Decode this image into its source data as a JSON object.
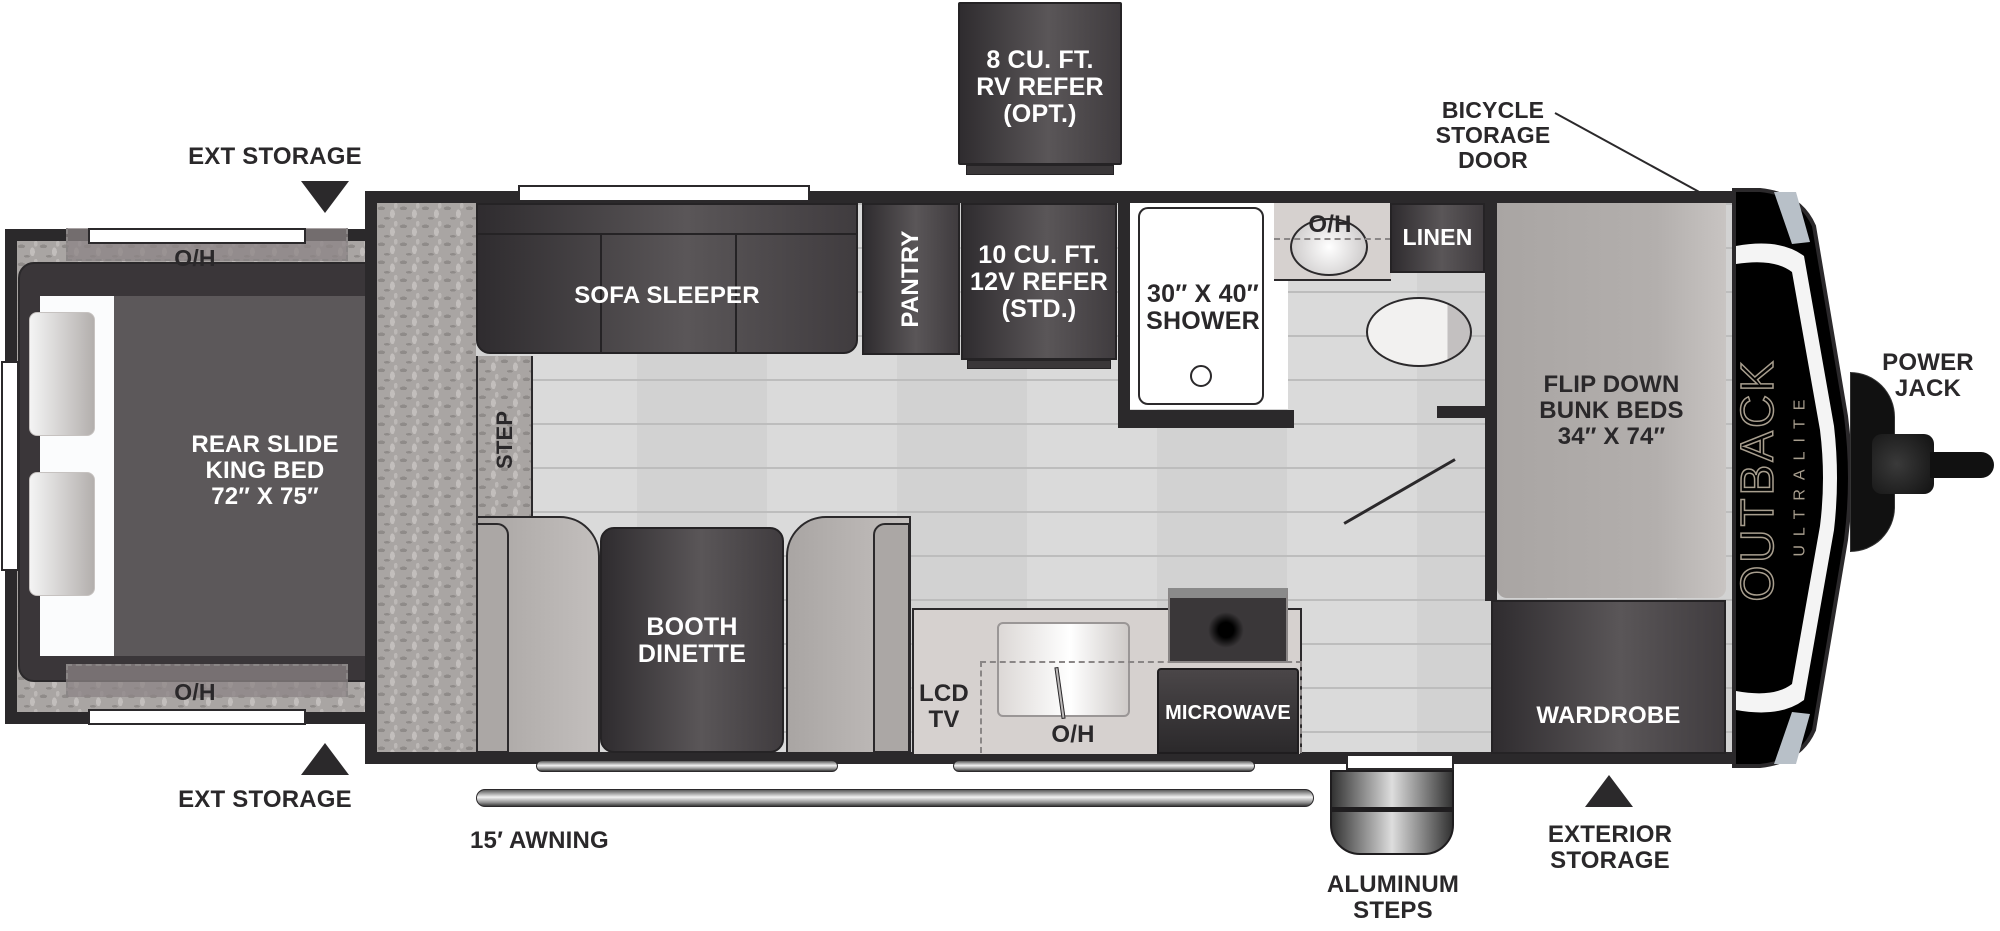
{
  "floorplan": {
    "brand": {
      "name": "OUTBACK",
      "sub": "ULTRALITE"
    },
    "colors": {
      "wall": "#2b292b",
      "floor": "#dadada",
      "dark_furniture": "#4a4648",
      "light_furniture": "#b3afad",
      "front_cap": "#000000",
      "label_dark": "#2a282a",
      "label_light": "#ffffff"
    },
    "labels": {
      "ext_storage_top": "EXT STORAGE",
      "ext_storage_bottom": "EXT STORAGE",
      "rear_oh_top": "O/H",
      "rear_oh_bottom": "O/H",
      "rear_bed": "REAR SLIDE\nKING BED\n72″ X 75″",
      "opt_refer": "8 CU. FT.\nRV REFER\n(OPT.)",
      "sofa": "SOFA SLEEPER",
      "step": "STEP",
      "pantry": "PANTRY",
      "std_refer": "10 CU. FT.\n12V REFER\n(STD.)",
      "shower": "30″ X 40″\nSHOWER",
      "bath_oh": "O/H",
      "linen": "LINEN",
      "bunk": "FLIP DOWN\nBUNK BEDS\n34″ X 74″",
      "wardrobe": "WARDROBE",
      "dinette": "BOOTH\nDINETTE",
      "lcd_tv": "LCD\nTV",
      "kitchen_oh": "O/H",
      "microwave": "MICROWAVE",
      "bicycle_door": "BICYCLE\nSTORAGE\nDOOR",
      "power_jack": "POWER\nJACK",
      "awning": "15′ AWNING",
      "aluminum_steps": "ALUMINUM\nSTEPS",
      "exterior_storage": "EXTERIOR\nSTORAGE"
    }
  }
}
